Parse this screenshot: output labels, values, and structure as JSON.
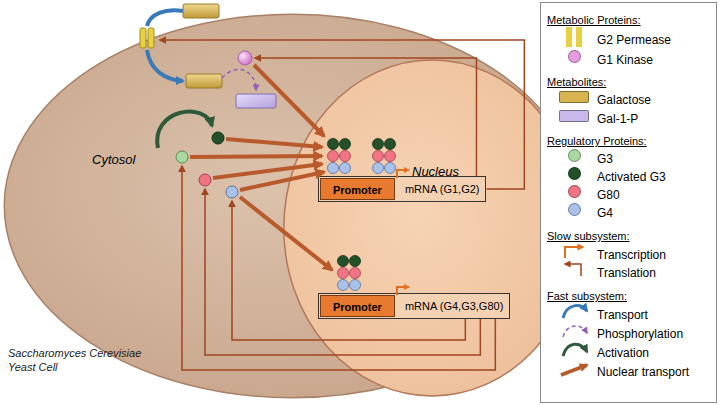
{
  "diagram": {
    "nodes": [
      {
        "text": [
          "Cytosol"
        ]
      },
      {
        "text": [
          "Nucleus"
        ],
        "in": 0
      },
      {
        "text": [
          "mRNA (G1,G2)"
        ],
        "in": 1
      },
      {
        "text": [
          "Promoter"
        ],
        "in": 2
      },
      {
        "text": [
          "mRNA (G4,G3,G80)"
        ],
        "in": 1
      },
      {
        "text": [
          "Promoter"
        ],
        "in": 4
      }
    ],
    "labels": [
      "Saccharomyces Cerevisiae Yeast Cell",
      "Metabolic Proteins:",
      "Metabolites:",
      "Regulatory Proteins:",
      "Slow subsystem:",
      "Fast subsystem:"
    ],
    "legend": [
      {
        "text": "G2 Permease",
        "color": "#e8d040"
      },
      {
        "text": "G1 Kinase",
        "color": "#e79be0"
      },
      {
        "text": "Galactose",
        "color": "#d8b450"
      },
      {
        "text": "Gal-1-P",
        "color": "#c9b9ea"
      },
      {
        "text": "G3",
        "color": "#a9d9a0"
      },
      {
        "text": "Activated G3",
        "color": "#24502a"
      },
      {
        "text": "G80",
        "color": "#f07484"
      },
      {
        "text": "G4",
        "color": "#a9c2ea"
      },
      {
        "text": "Transcription"
      },
      {
        "text": "Translation"
      },
      {
        "text": "Transport"
      },
      {
        "text": "Phosphorylation"
      },
      {
        "text": "Activation"
      },
      {
        "text": "Nuclear transport"
      }
    ]
  }
}
